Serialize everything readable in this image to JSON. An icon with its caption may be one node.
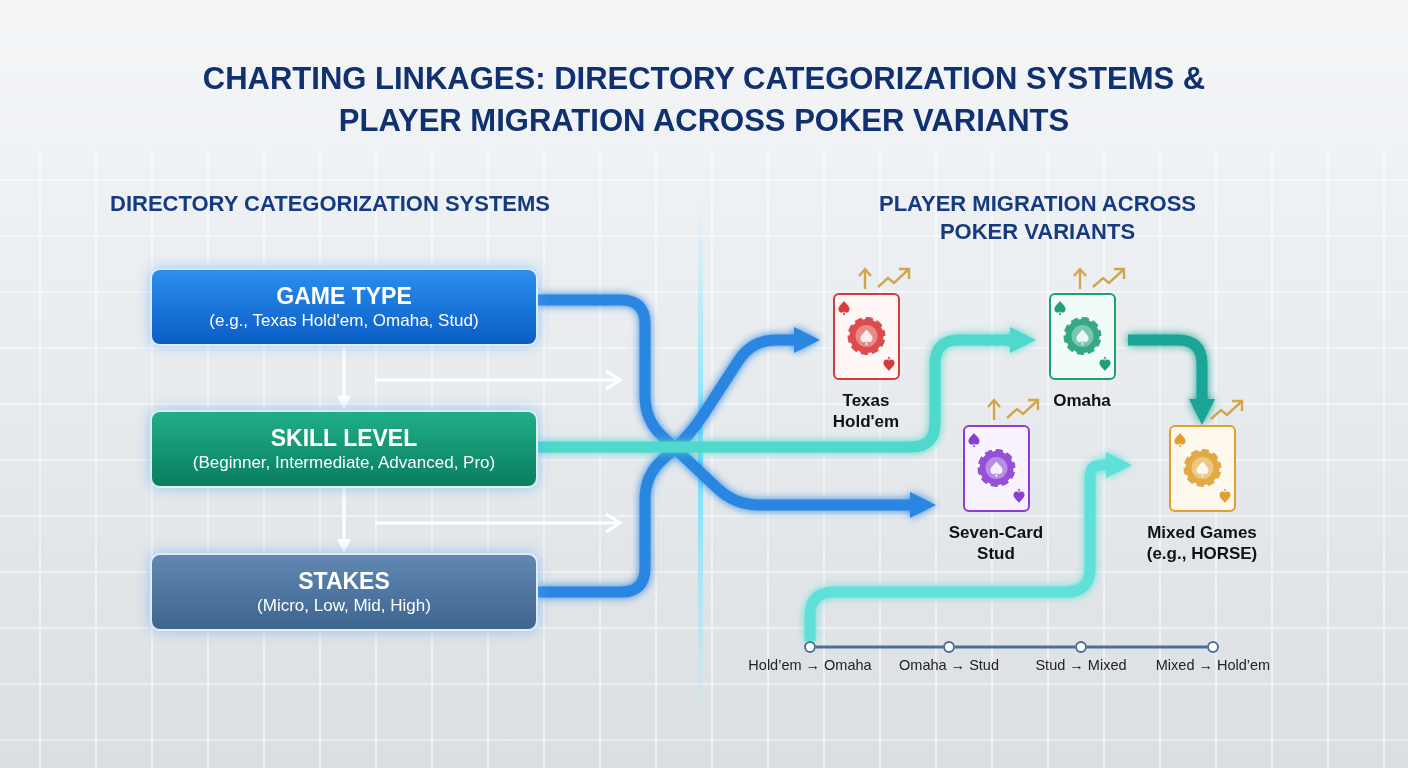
{
  "diagram": {
    "title": "CHARTING LINKAGES: DIRECTORY CATEGORIZATION SYSTEMS & PLAYER MIGRATION ACROSS POKER VARIANTS",
    "nodes": [
      {
        "text": [
          "GAME TYPE",
          "(e.g., Texas Hold'em, Omaha, Stud)"
        ]
      },
      {
        "text": [
          "SKILL LEVEL",
          "(Beginner, Intermediate, Advanced, Pro)"
        ]
      },
      {
        "text": [
          "STAKES",
          "(Micro, Low, Mid, High)"
        ]
      },
      {
        "text": [
          "Texas Hold'em"
        ]
      },
      {
        "text": [
          "Omaha"
        ]
      },
      {
        "text": [
          "Seven-Card Stud"
        ]
      },
      {
        "text": [
          "Mixed Games (e.g., HORSE)"
        ]
      },
      {
        "text": [],
        "shape": "circle",
        "beside": [
          "Hold’em → Omaha"
        ]
      },
      {
        "text": [],
        "shape": "circle",
        "beside": [
          "Omaha → Stud"
        ]
      },
      {
        "text": [],
        "shape": "circle",
        "beside": [
          "Stud → Mixed"
        ]
      },
      {
        "text": [],
        "shape": "circle",
        "beside": [
          "Mixed → Hold’em"
        ]
      }
    ],
    "edges": [
      {
        "from": 0,
        "to": 1,
        "arrow": "to",
        "color": "#ffffff"
      },
      {
        "from": 1,
        "to": 2,
        "arrow": "to",
        "color": "#ffffff"
      },
      {
        "from": 0,
        "to": 5,
        "arrow": "to",
        "style": "thick",
        "color": "#2a86e0"
      },
      {
        "from": 2,
        "to": 3,
        "arrow": "to",
        "style": "thick",
        "color": "#2a86e0"
      },
      {
        "from": 1,
        "to": 4,
        "arrow": "to",
        "style": "thick",
        "color": "#4fd8cc"
      },
      {
        "from": 4,
        "to": 6,
        "arrow": "to",
        "style": "thick",
        "color": "#1aa596"
      },
      {
        "from": 7,
        "to": 6,
        "arrow": "to",
        "style": "thick",
        "color": "#5fe0d8"
      },
      {
        "from": 7,
        "to": 8,
        "arrow": "none",
        "color": "#4a6f9a"
      },
      {
        "from": 8,
        "to": 9,
        "arrow": "none",
        "color": "#4a6f9a"
      },
      {
        "from": 9,
        "to": 10,
        "arrow": "none",
        "color": "#4a6f9a"
      }
    ],
    "labels": [
      "DIRECTORY CATEGORIZATION SYSTEMS",
      "PLAYER MIGRATION ACROSS POKER VARIANTS"
    ]
  }
}
